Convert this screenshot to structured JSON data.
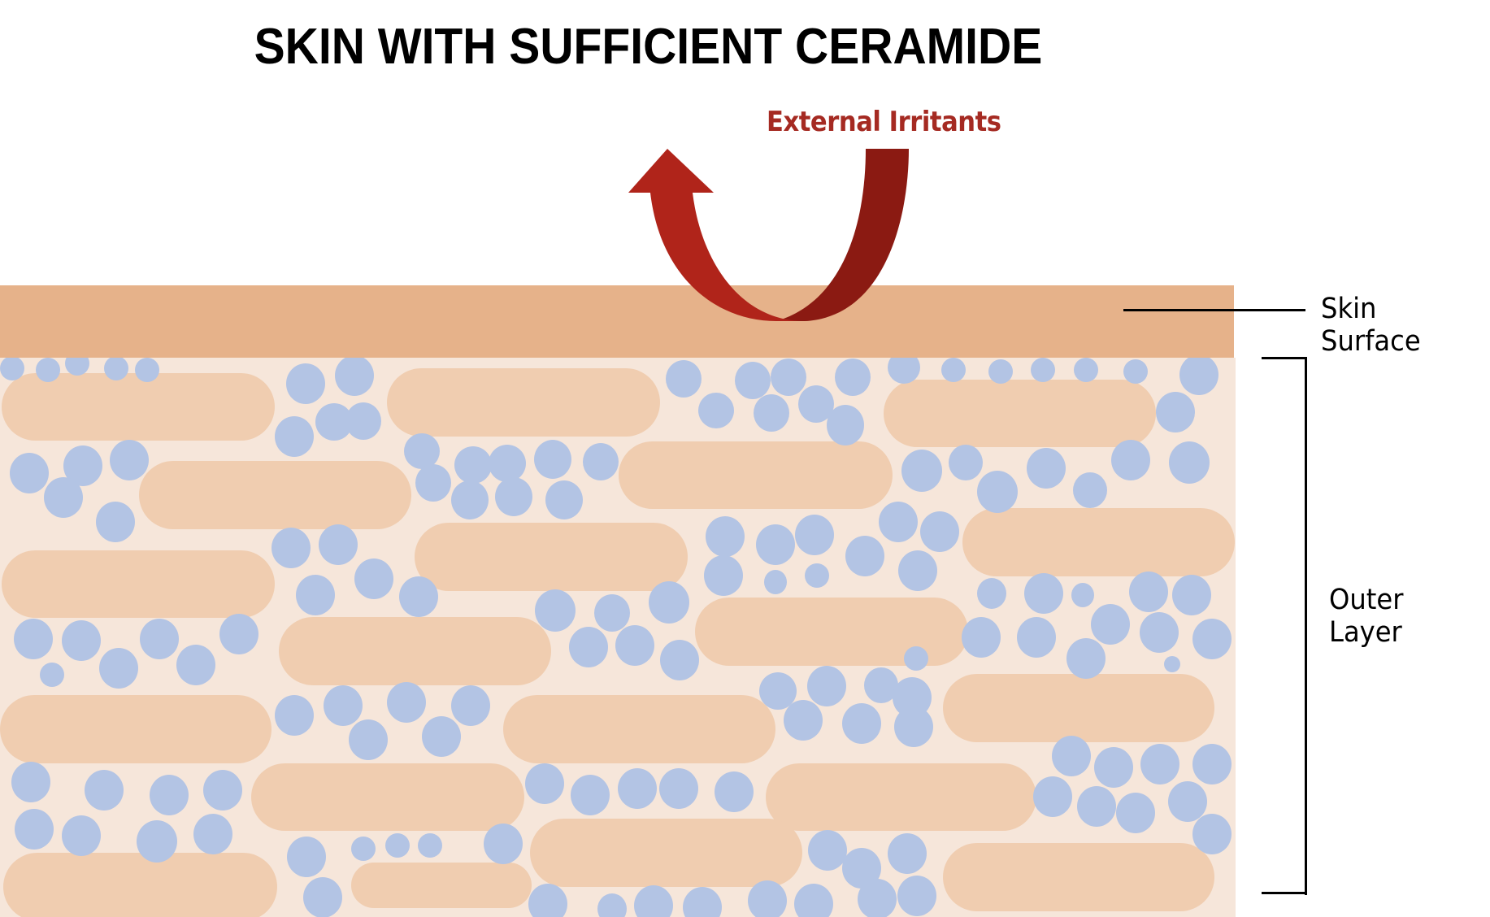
{
  "title": "SKIN WITH SUFFICIENT CERAMIDE",
  "labels": {
    "external_irritants": "External Irritants",
    "skin_surface": "Skin Surface",
    "outer_layer": "Outer Layer"
  },
  "colors": {
    "title": "#000000",
    "irritants_text": "#a52a22",
    "arrow_left": "#b0241a",
    "arrow_right": "#8b1a12",
    "skin_surface": "#e6b28a",
    "outer_layer_bg": "#f6e6da",
    "cell": "#f0cdb0",
    "ceramide": "#b3c4e4",
    "leader_lines": "#000000"
  },
  "legend": [
    {
      "name": "skin-surface",
      "label": "Skin Surface"
    },
    {
      "name": "outer-layer",
      "label": "Outer Layer"
    }
  ]
}
